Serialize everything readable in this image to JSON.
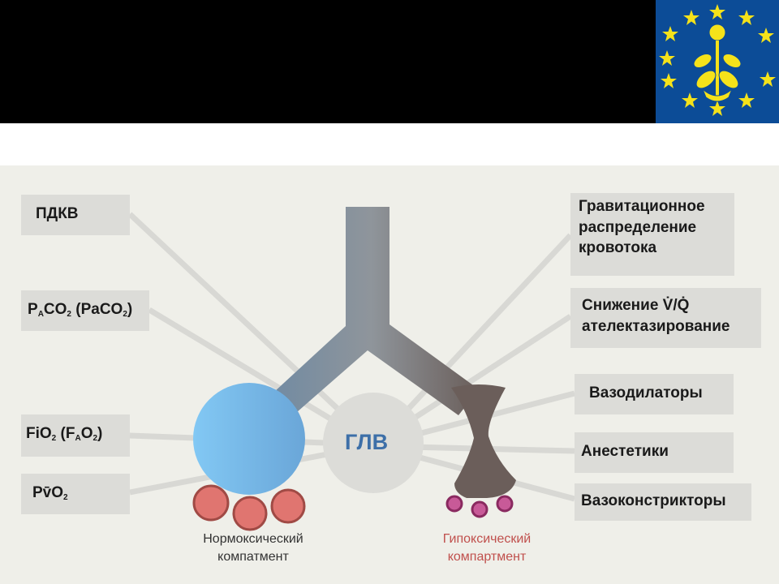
{
  "diagram": {
    "left_boxes": {
      "pdkv": "ПДКВ",
      "paco2": {
        "p": "P",
        "sub_a": "A",
        "co": "CO",
        "sub_2": "2",
        "paren": " (PaCO",
        "sub_2b": "2",
        "close": ")"
      },
      "fio2": {
        "fi": "FiO",
        "sub_2": "2",
        "open": " (F",
        "sub_a": "A",
        "o": "O",
        "sub_2b": "2",
        "close": ")"
      },
      "pvo2": {
        "p": "Pv̄O",
        "sub_2": "2"
      }
    },
    "right_boxes": {
      "gravity": [
        "Гравитационное",
        "распределение",
        "кровотока"
      ],
      "vq": [
        "Снижение V̇/Q̇",
        "ателектазирование"
      ],
      "vasodilators": "Вазодилаторы",
      "anesthetics": "Анестетики",
      "vasoconstrictors": "Вазоконстрикторы"
    },
    "center_label": "ГЛВ",
    "normoxic_label": [
      "Нормоксический",
      "компатмент"
    ],
    "hypoxic_label": [
      "Гипоксический",
      "компартмент"
    ],
    "colors": {
      "header": "#000000",
      "panel": "#efefe9",
      "box": "#dcdcd8",
      "center_text": "#3d6fa8",
      "normoxic_text": "#333333",
      "hypoxic_text": "#c0504d",
      "alveolus_blue": "#7ec2ef",
      "vessel_red": "#e07570",
      "vessel_pink": "#c85a98",
      "constricted": "#6b5e5a"
    }
  },
  "logo": {
    "icon": "flower-emblem-with-stars",
    "bg": "#0c4c97",
    "star": "#f5e21a"
  }
}
